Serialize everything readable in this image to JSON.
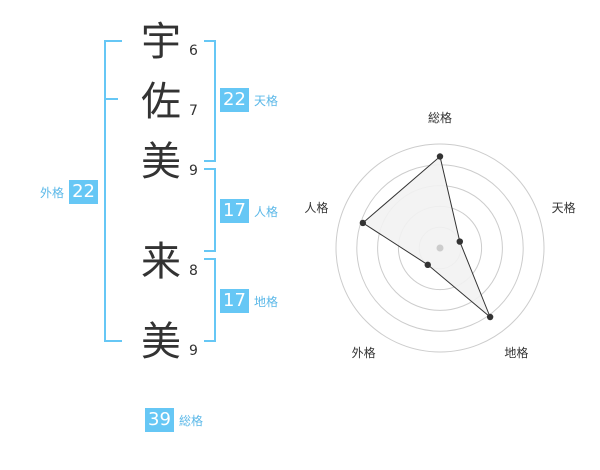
{
  "name": {
    "chars": [
      {
        "char": "宇",
        "strokes": "6"
      },
      {
        "char": "佐",
        "strokes": "7"
      },
      {
        "char": "美",
        "strokes": "9"
      },
      {
        "char": "来",
        "strokes": "8"
      },
      {
        "char": "美",
        "strokes": "9"
      }
    ]
  },
  "kakusu": {
    "tenkaku": {
      "label": "天格",
      "value": "22"
    },
    "jinkaku": {
      "label": "人格",
      "value": "17"
    },
    "chikaku": {
      "label": "地格",
      "value": "17"
    },
    "gaikaku": {
      "label": "外格",
      "value": "22"
    },
    "soukaku": {
      "label": "総格",
      "value": "39"
    }
  },
  "colors": {
    "accent": "#66c7f5",
    "text": "#333333",
    "grid": "#cccccc",
    "fill": "#f2f2f2"
  },
  "chart_data": {
    "type": "radar",
    "axes": [
      "総格",
      "天格",
      "地格",
      "外格",
      "人格"
    ],
    "values": [
      0.88,
      0.2,
      0.82,
      0.2,
      0.78
    ],
    "range": [
      0,
      1
    ],
    "rings": 5
  }
}
